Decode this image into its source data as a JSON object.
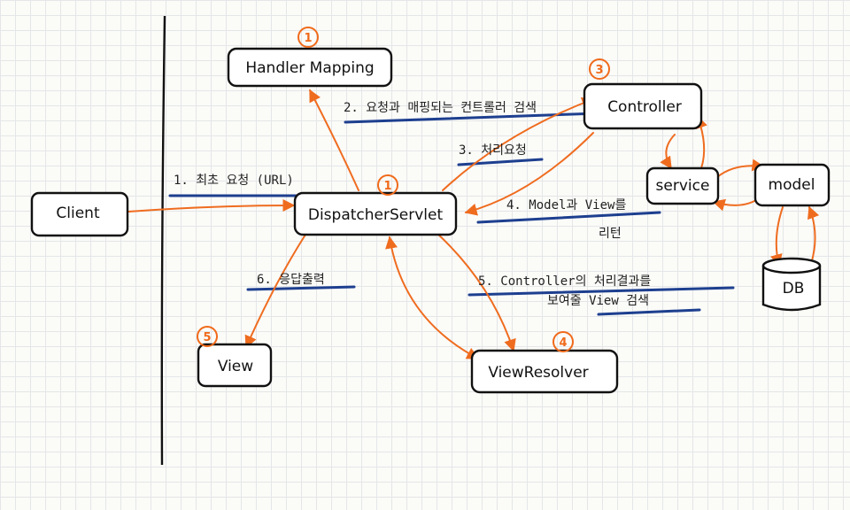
{
  "diagram": {
    "nodes": {
      "handler_mapping": "Handler Mapping",
      "controller": "Controller",
      "service": "service",
      "model": "model",
      "client": "Client",
      "dispatcher": "DispatcherServlet",
      "db": "DB",
      "view": "View",
      "view_resolver": "ViewResolver"
    },
    "badges": {
      "handler_mapping": "1",
      "controller": "3",
      "dispatcher": "1",
      "view": "5",
      "view_resolver": "4"
    },
    "notes": {
      "step1": "1. 최초 요청 (URL)",
      "step2": "2. 요청과 매핑되는 컨트롤러 검색",
      "step3": "3. 처리요청",
      "step4a": "4. Model과 View를",
      "step4b": "리턴",
      "step5a": "5. Controller의 처리결과를",
      "step5b": "보여줄 View 검색",
      "step6": "6. 응답출력"
    },
    "colors": {
      "arrow": "#ef6c1f",
      "underline": "#1d3f8f",
      "box_border": "#111111"
    }
  }
}
